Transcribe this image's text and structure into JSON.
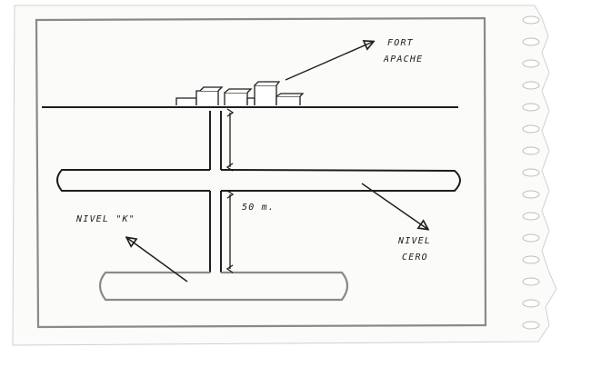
{
  "diagram": {
    "labels": {
      "fort_apache_line1": "FORT",
      "fort_apache_line2": "APACHE",
      "nivel_k": "NIVEL \"K\"",
      "nivel_cero_line1": "NIVEL",
      "nivel_cero_line2": "CERO",
      "depth": "50 m."
    },
    "colors": {
      "ink": "#1e1e1e",
      "paper": "#fbfbf9",
      "frame": "#8a8a8a",
      "shadow": "#cfcfcf"
    }
  }
}
